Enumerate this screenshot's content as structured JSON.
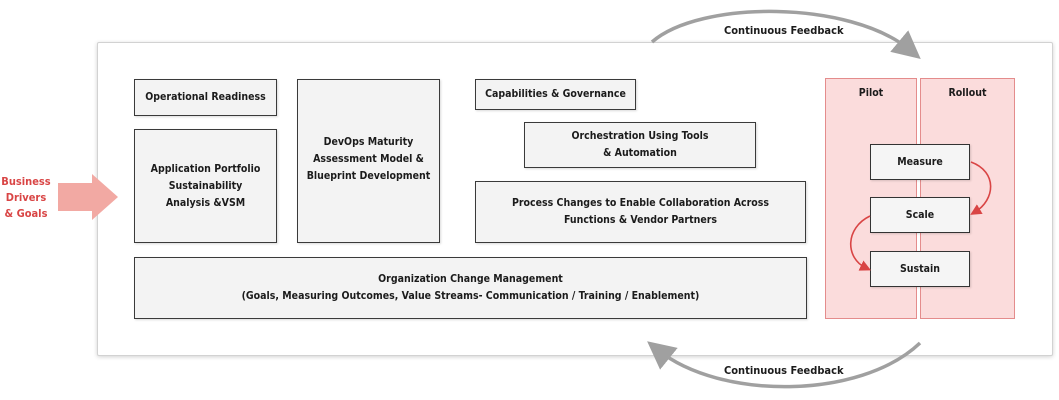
{
  "drivers": {
    "label": "Business\nDrivers\n& Goals"
  },
  "feedback": {
    "top_label": "Continuous Feedback",
    "bottom_label": "Continuous Feedback"
  },
  "boxes": {
    "operational_readiness": "Operational Readiness",
    "application_portfolio": "Application Portfolio\nSustainability\nAnalysis &VSM",
    "devops_maturity": "DevOps Maturity\nAssessment Model &\nBlueprint Development",
    "capabilities_governance": "Capabilities & Governance",
    "orchestration": "Orchestration Using Tools\n& Automation",
    "process_changes": "Process Changes to Enable  Collaboration Across\nFunctions & Vendor Partners",
    "org_change": "Organization Change Management\n(Goals, Measuring Outcomes, Value Streams- Communication / Training / Enablement)"
  },
  "phases": {
    "pilot": "Pilot",
    "rollout": "Rollout"
  },
  "steps": {
    "measure": "Measure",
    "scale": "Scale",
    "sustain": "Sustain"
  },
  "colors": {
    "accent_red": "#d94545",
    "pink_fill": "#fbdcdc",
    "pink_border": "#e48c8c",
    "feedback_arrow": "#a0a0a0",
    "driver_arrow": "#f2a9a3"
  }
}
